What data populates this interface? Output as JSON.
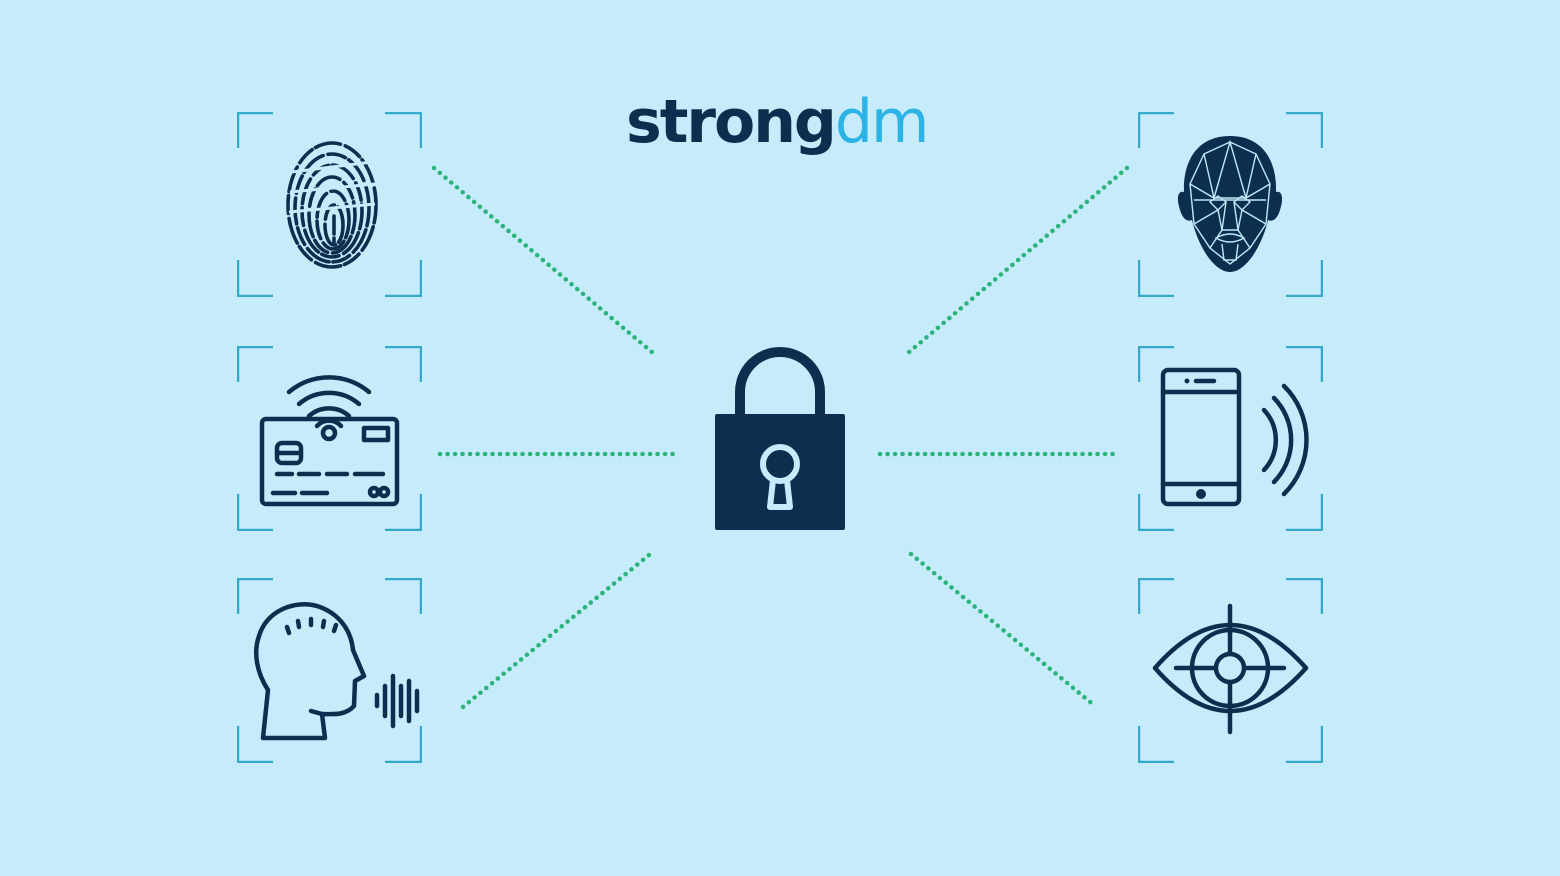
{
  "logo": {
    "part1": "strong",
    "part2": "dm",
    "colors": {
      "part1": "#0d2f4f",
      "part2": "#2bb3e6"
    }
  },
  "colors": {
    "background": "#c6ecfc",
    "icon_ink": "#0d2f4f",
    "bracket": "#34a9c9",
    "connector": "#2bb37a"
  },
  "center": {
    "icon": "padlock-keyhole-icon",
    "label": "Access lock"
  },
  "methods": [
    {
      "id": "fingerprint",
      "icon": "fingerprint-icon",
      "label": "Fingerprint",
      "position": "top-left"
    },
    {
      "id": "nfc-card",
      "icon": "contactless-card-icon",
      "label": "Contactless smart card",
      "position": "middle-left"
    },
    {
      "id": "voice",
      "icon": "voice-recognition-icon",
      "label": "Voice recognition",
      "position": "bottom-left"
    },
    {
      "id": "face",
      "icon": "face-recognition-icon",
      "label": "Facial recognition",
      "position": "top-right"
    },
    {
      "id": "phone",
      "icon": "mobile-phone-signal-icon",
      "label": "Mobile device",
      "position": "middle-right"
    },
    {
      "id": "iris",
      "icon": "iris-scan-icon",
      "label": "Iris / retina scan",
      "position": "bottom-right"
    }
  ]
}
